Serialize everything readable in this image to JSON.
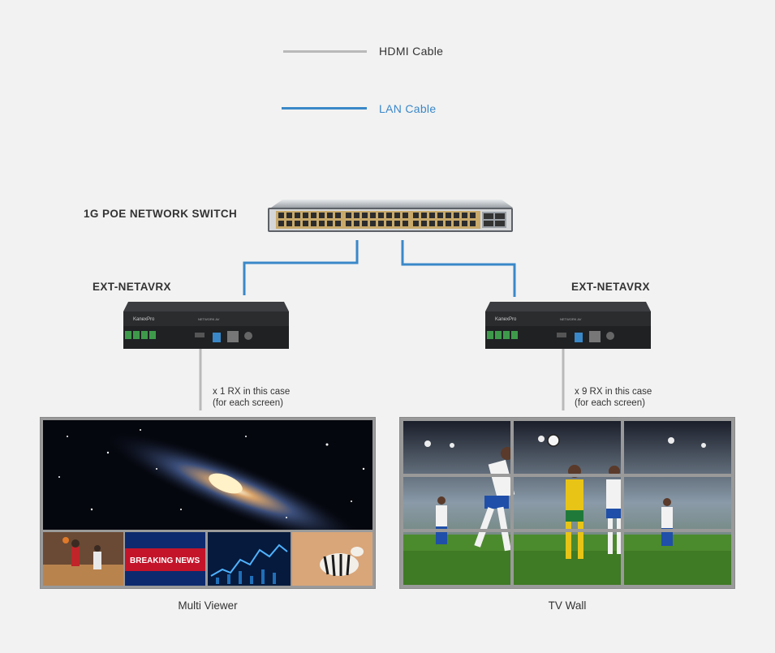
{
  "legend": {
    "hdmi_label": "HDMI Cable",
    "hdmi_color": "#b9b9b9",
    "lan_label": "LAN Cable",
    "lan_color": "#3a88c8"
  },
  "switch": {
    "label": "1G POE NETWORK SWITCH"
  },
  "receivers": [
    {
      "label": "EXT-NETAVRX",
      "brand": "KanexPro",
      "model_text": "NETWORK AV",
      "note_line1": "x 1 RX in this case",
      "note_line2": "(for each screen)"
    },
    {
      "label": "EXT-NETAVRX",
      "brand": "KanexPro",
      "model_text": "NETWORK AV",
      "note_line1": "x 9 RX in this case",
      "note_line2": "(for each screen)"
    }
  ],
  "displays": {
    "multi_viewer": {
      "caption": "Multi Viewer",
      "tile_text": "BREAKING NEWS"
    },
    "tv_wall": {
      "caption": "TV Wall"
    }
  },
  "icons": [
    "network-switch-icon",
    "receiver-device-icon",
    "galaxy-image",
    "basketball-thumbnail",
    "breaking-news-thumbnail",
    "stock-chart-thumbnail",
    "zebras-thumbnail",
    "soccer-match-image"
  ]
}
